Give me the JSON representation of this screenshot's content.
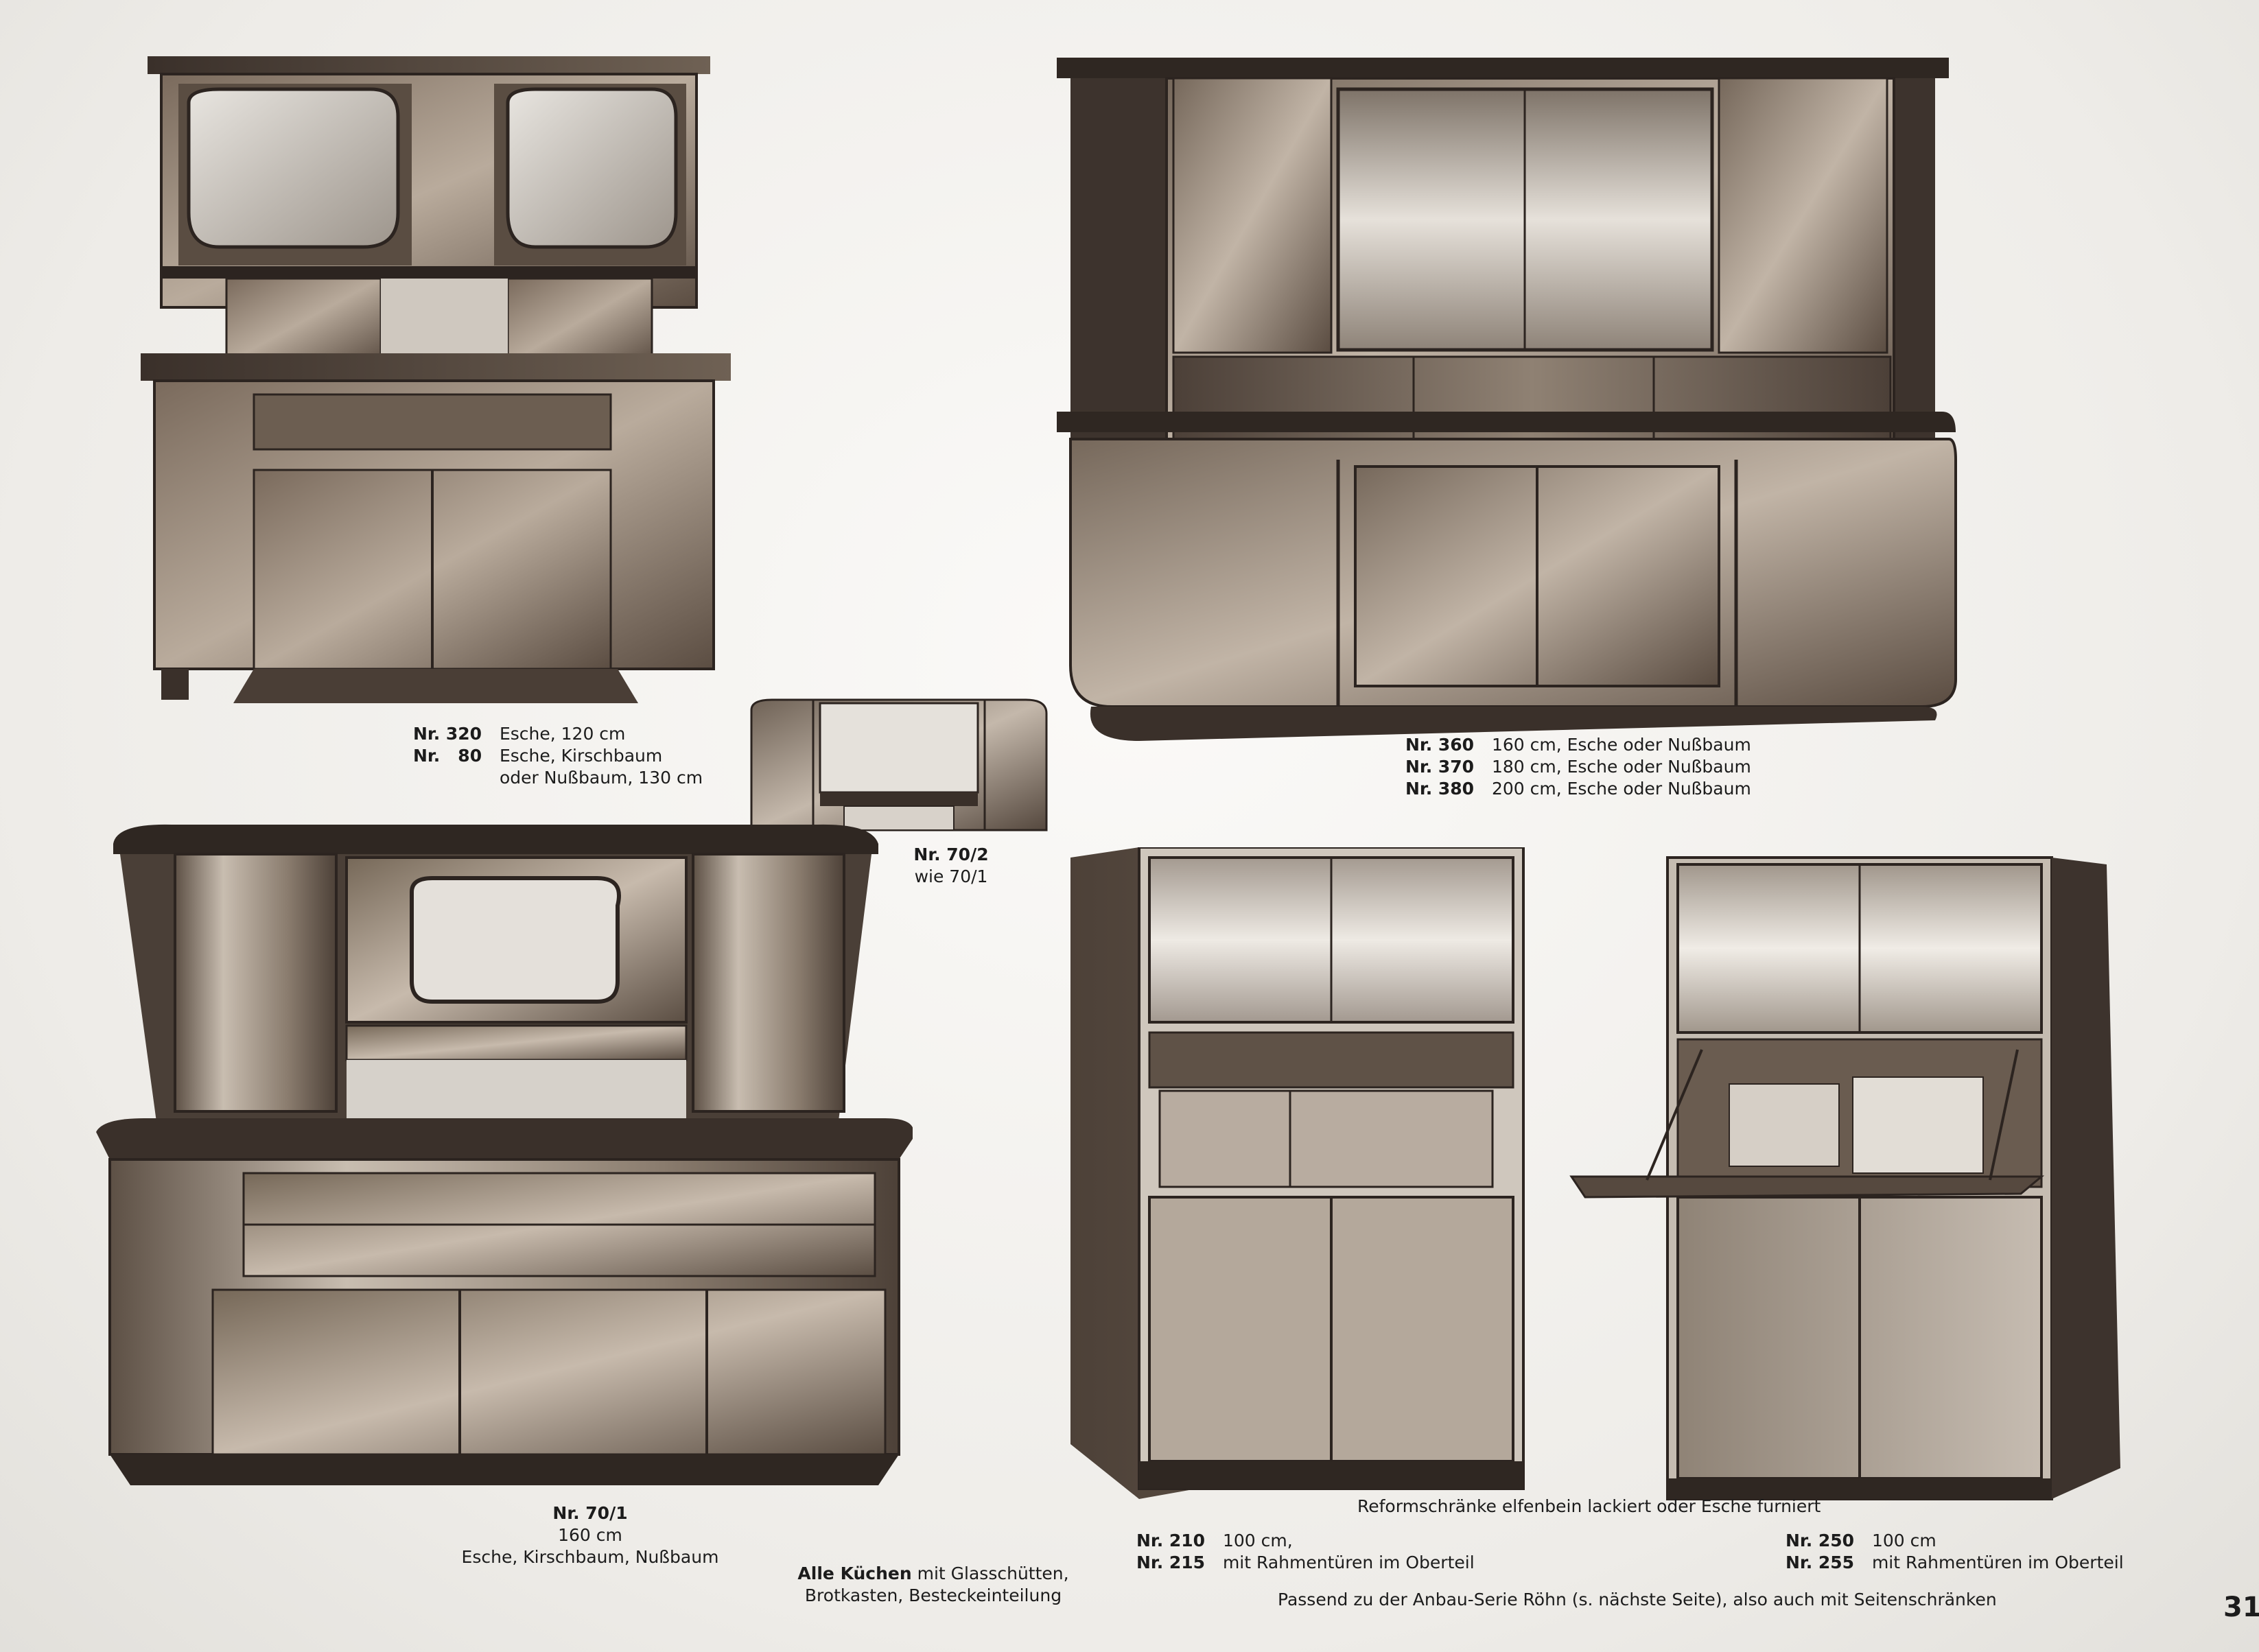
{
  "captions": {
    "c320": {
      "rows": [
        {
          "nr": "Nr. 320",
          "text": "Esche, 120 cm"
        },
        {
          "nr": "Nr.   80",
          "text": "Esche, Kirschbaum"
        },
        {
          "nr": "",
          "text": "oder Nußbaum, 130 cm"
        }
      ]
    },
    "c360": {
      "rows": [
        {
          "nr": "Nr. 360",
          "text": "160 cm, Esche oder Nußbaum"
        },
        {
          "nr": "Nr. 370",
          "text": "180 cm, Esche oder Nußbaum"
        },
        {
          "nr": "Nr. 380",
          "text": "200 cm, Esche oder Nußbaum"
        }
      ]
    },
    "c702": {
      "nr": "Nr. 70/2",
      "text": "wie 70/1"
    },
    "c701": {
      "nr": "Nr. 70/1",
      "size": "160 cm",
      "woods": "Esche, Kirschbaum, Nußbaum"
    },
    "kuechen": {
      "bold": "Alle Küchen",
      "line1": "mit Glasschütten,",
      "line2": "Brotkasten, Besteckeinteilung"
    },
    "reform": {
      "title": "Reformschränke elfenbein lackiert oder Esche furniert"
    },
    "c210": {
      "rows": [
        {
          "nr": "Nr. 210",
          "text": "100 cm,"
        },
        {
          "nr": "Nr. 215",
          "text": "mit Rahmentüren im Oberteil"
        }
      ]
    },
    "c250": {
      "rows": [
        {
          "nr": "Nr. 250",
          "text": "100 cm"
        },
        {
          "nr": "Nr. 255",
          "text": "mit Rahmentüren im Oberteil"
        }
      ]
    },
    "anbau": "Passend zu der Anbau-Serie Röhn (s. nächste Seite), also auch mit Seitenschränken"
  },
  "page_number": "31"
}
